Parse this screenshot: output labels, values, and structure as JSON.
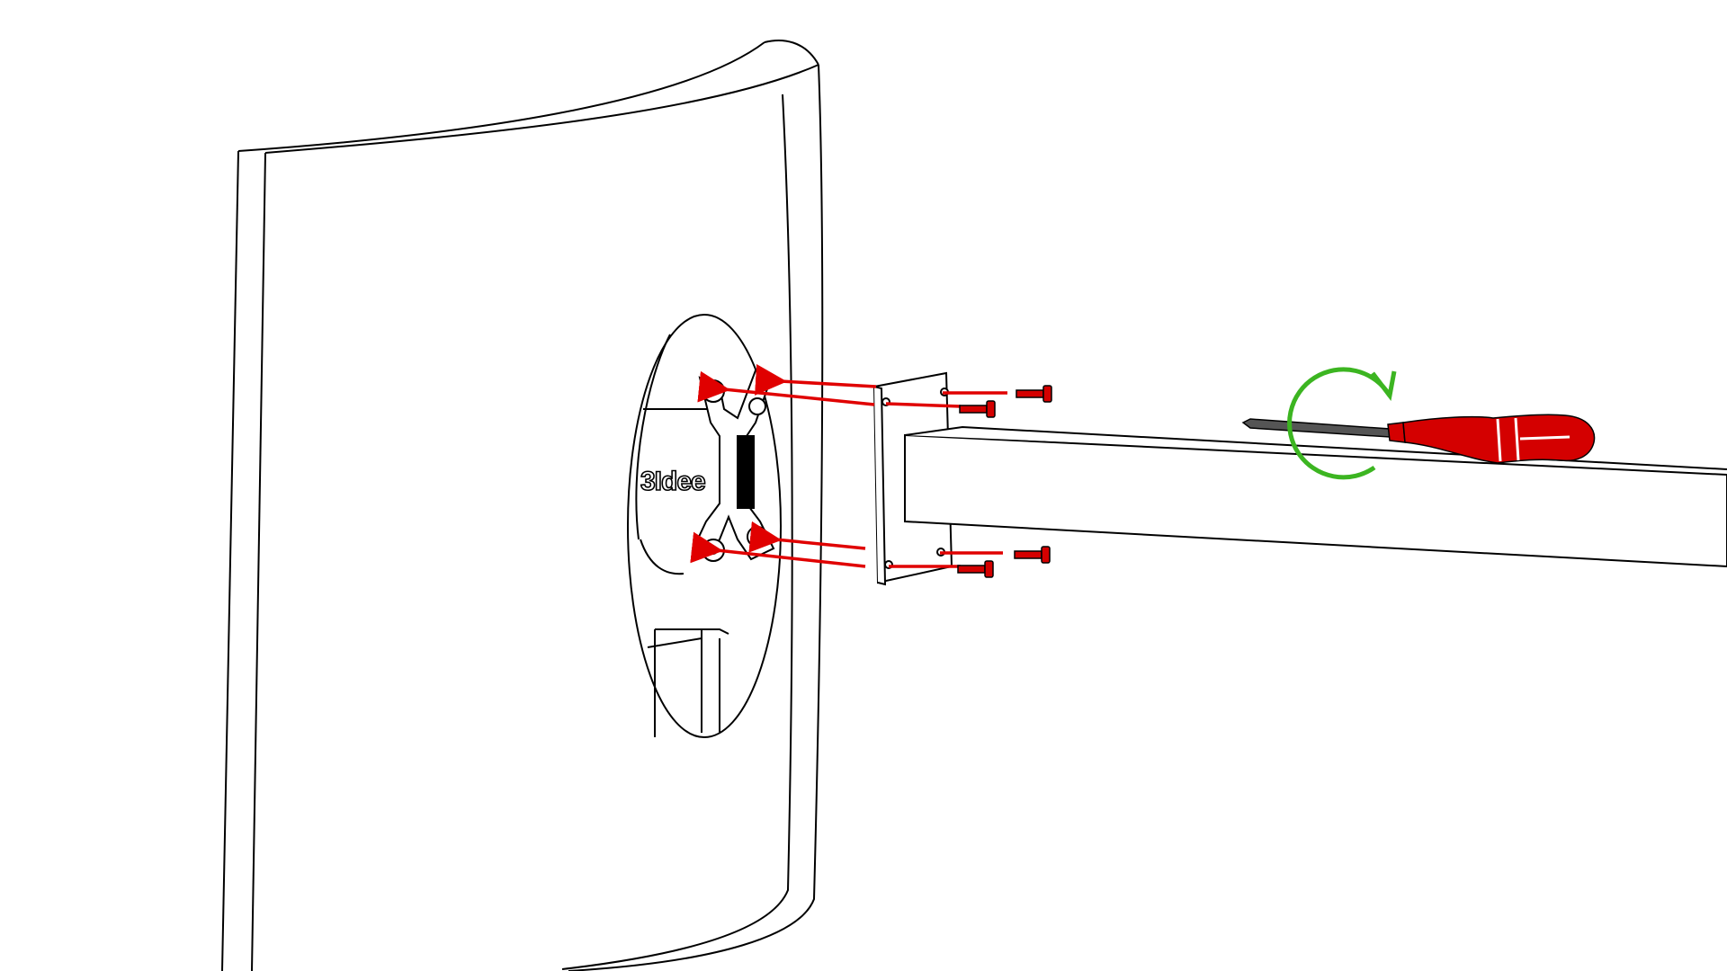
{
  "diagram": {
    "brand_label": "3Idee",
    "colors": {
      "outline": "#000000",
      "background": "#ffffff",
      "arrow": "#e00000",
      "screw": "#d40000",
      "rotation": "#3cb521",
      "screwdriver_handle": "#d40000",
      "screwdriver_shaft": "#555555"
    },
    "parts": {
      "monitor": "curved-monitor-back",
      "bracket": "vesa-mount-bracket",
      "plate": "mount-plate",
      "arm": "mount-arm",
      "screws": "mounting-screws",
      "tool": "phillips-screwdriver"
    },
    "steps": {
      "screw_count": 4,
      "rotation_direction": "clockwise"
    }
  }
}
